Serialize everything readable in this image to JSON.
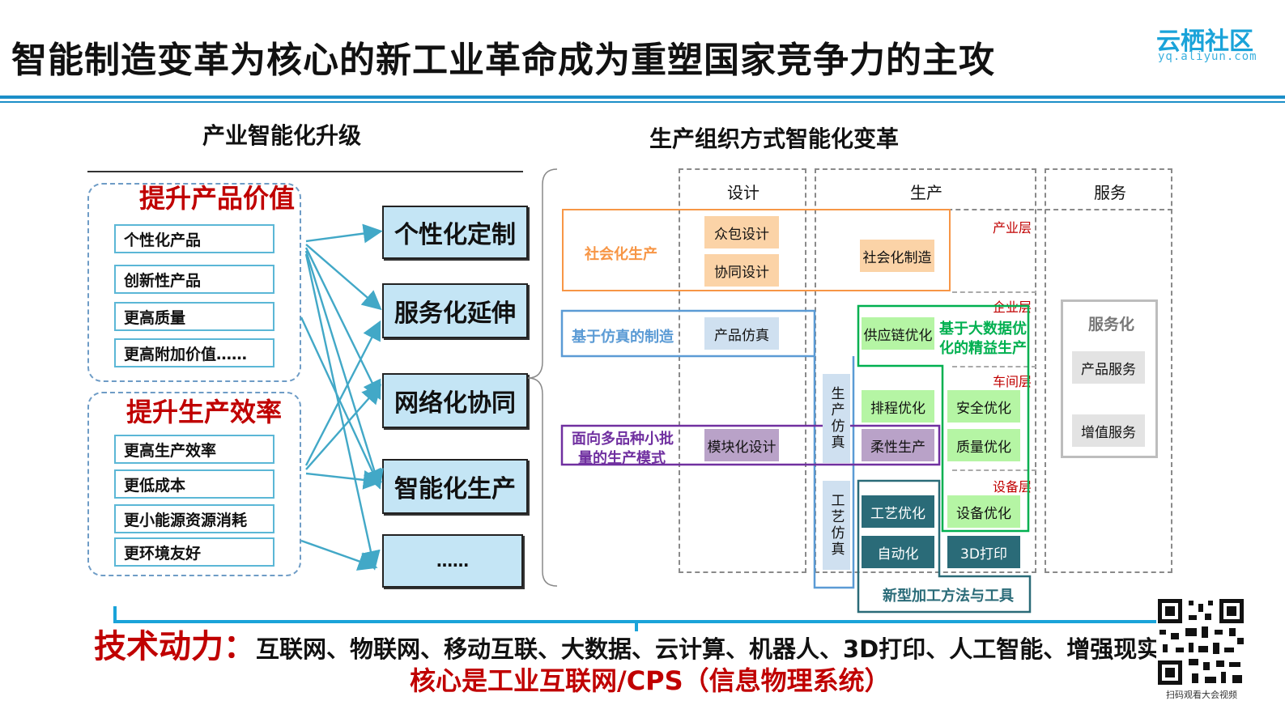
{
  "header": {
    "title": "智能制造变革为核心的新工业革命成为重塑国家竞争力的主攻",
    "logo_main": "云栖社区",
    "logo_sub": "yq.aliyun.com"
  },
  "left_panel": {
    "title": "产业智能化升级",
    "group1": {
      "heading": "提升产品价值",
      "items": [
        "个性化产品",
        "创新性产品",
        "更高质量",
        "更高附加价值……"
      ]
    },
    "group2": {
      "heading": "提升生产效率",
      "items": [
        "更高生产效率",
        "更低成本",
        "更小能源资源消耗",
        "更环境友好"
      ]
    },
    "outcomes": [
      "个性化定制",
      "服务化延伸",
      "网络化协同",
      "智能化生产",
      "……"
    ]
  },
  "right_panel": {
    "title": "生产组织方式智能化变革",
    "columns": [
      "设计",
      "生产",
      "服务"
    ],
    "layers": [
      "产业层",
      "企业层",
      "车间层",
      "设备层"
    ],
    "social": {
      "label": "社会化生产",
      "cells": [
        "众包设计",
        "协同设计",
        "社会化制造"
      ]
    },
    "simulation": {
      "label": "基于仿真的制造",
      "cell": "产品仿真"
    },
    "multi_variety": {
      "label": "面向多品种小批量的生产模式",
      "label_line1": "面向多品种小批",
      "label_line2": "量的生产模式",
      "cell": "模块化设计"
    },
    "vertical": [
      "生产仿真",
      "工艺仿真"
    ],
    "big_data": {
      "label_line1": "基于大数据优",
      "label_line2": "化的精益生产",
      "cells": [
        "供应链优化",
        "排程优化",
        "安全优化",
        "柔性生产",
        "质量优化",
        "设备优化"
      ]
    },
    "new_process": {
      "label": "新型加工方法与工具",
      "cells": [
        "工艺优化",
        "自动化",
        "3D打印"
      ]
    },
    "service": {
      "label": "服务化",
      "cells": [
        "产品服务",
        "增值服务"
      ]
    }
  },
  "footer": {
    "tech_label": "技术动力：",
    "tech_text": "互联网、物联网、移动互联、大数据、云计算、机器人、3D打印、人工智能、增强现实",
    "core": "核心是工业互联网/CPS（信息物理系统）",
    "qr_caption": "扫码观看大会视频"
  },
  "colors": {
    "accent_blue": "#1b8fc8",
    "red": "#c00000",
    "orange": "#f79646",
    "purple": "#7030a0",
    "green": "#00b050",
    "teal": "#2a6b78"
  }
}
